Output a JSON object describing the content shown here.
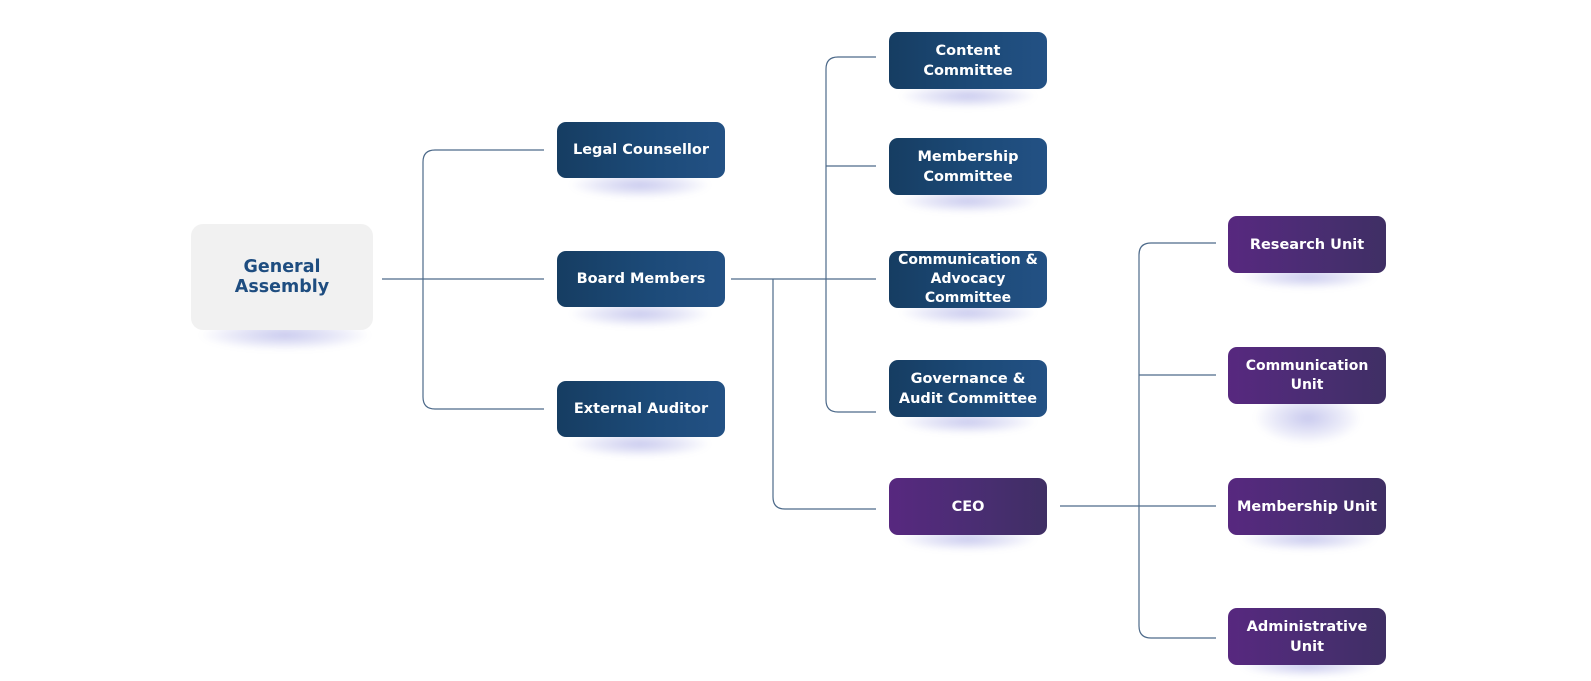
{
  "diagram": {
    "type": "organizational-chart",
    "line_color": "#4d6a8a",
    "colors": {
      "root_fill": "#f1f1f1",
      "root_text": "#1e4d80",
      "blue_node": "#1c4a78",
      "purple_node": "#4e2c74",
      "node_text": "#ffffff"
    },
    "nodes": {
      "general_assembly": "General Assembly",
      "legal_counsellor": "Legal Counsellor",
      "board_members": "Board Members",
      "external_auditor": "External Auditor",
      "content_committee": "Content\nCommittee",
      "membership_committee": "Membership\nCommittee",
      "communication_advocacy_committee": "Communication &\nAdvocacy Committee",
      "governance_audit_committee": "Governance &\nAudit Committee",
      "ceo": "CEO",
      "research_unit": "Research Unit",
      "communication_unit": "Communication Unit",
      "membership_unit": "Membership Unit",
      "administrative_unit": "Administrative Unit"
    },
    "edges": [
      [
        "general_assembly",
        "legal_counsellor"
      ],
      [
        "general_assembly",
        "board_members"
      ],
      [
        "general_assembly",
        "external_auditor"
      ],
      [
        "board_members",
        "content_committee"
      ],
      [
        "board_members",
        "membership_committee"
      ],
      [
        "board_members",
        "communication_advocacy_committee"
      ],
      [
        "board_members",
        "governance_audit_committee"
      ],
      [
        "board_members",
        "ceo"
      ],
      [
        "ceo",
        "research_unit"
      ],
      [
        "ceo",
        "communication_unit"
      ],
      [
        "ceo",
        "membership_unit"
      ],
      [
        "ceo",
        "administrative_unit"
      ]
    ]
  }
}
